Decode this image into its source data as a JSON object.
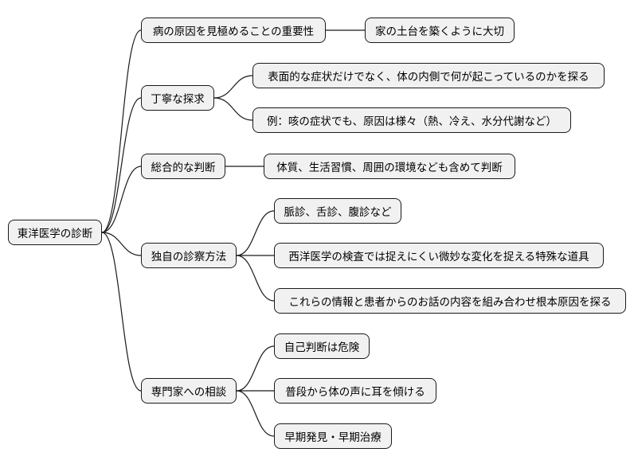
{
  "mindmap": {
    "root": {
      "label": "東洋医学の診断"
    },
    "branches": [
      {
        "label": "病の原因を見極めることの重要性",
        "children": [
          "家の土台を築くように大切"
        ]
      },
      {
        "label": "丁寧な探求",
        "children": [
          "表面的な症状だけでなく、体の内側で何が起こっているのかを探る",
          "例：咳の症状でも、原因は様々（熱、冷え、水分代謝など）"
        ]
      },
      {
        "label": "総合的な判断",
        "children": [
          "体質、生活習慣、周囲の環境なども含めて判断"
        ]
      },
      {
        "label": "独自の診察方法",
        "children": [
          "脈診、舌診、腹診など",
          "西洋医学の検査では捉えにくい微妙な変化を捉える特殊な道具",
          "これらの情報と患者からのお話の内容を組み合わせ根本原因を探る"
        ]
      },
      {
        "label": "専門家への相談",
        "children": [
          "自己判断は危険",
          "普段から体の声に耳を傾ける",
          "早期発見・早期治療"
        ]
      }
    ]
  },
  "colors": {
    "node_fill": "#f1f1f1",
    "node_border": "#1a1a1a",
    "link": "#1a1a1a"
  }
}
